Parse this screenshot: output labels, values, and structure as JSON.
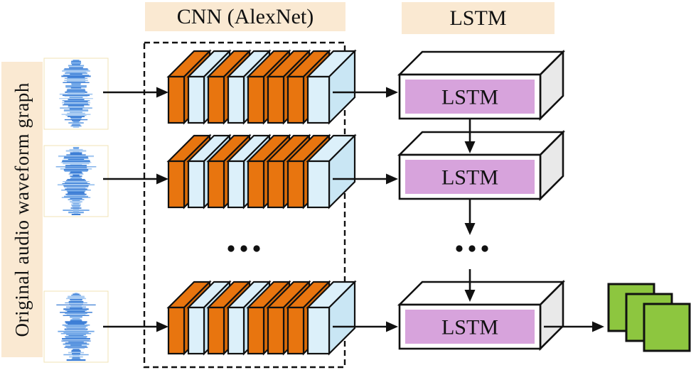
{
  "figure": {
    "left_panel": {
      "label": "Original audio waveform graph"
    },
    "input": {
      "waveform_count": 3
    },
    "cnn": {
      "header": "CNN (AlexNet)",
      "rows": 3,
      "slab_pattern": [
        "conv",
        "pool",
        "conv",
        "pool",
        "conv",
        "conv",
        "conv",
        "pool"
      ],
      "row_ellipsis": "..."
    },
    "lstm": {
      "header": "LSTM",
      "block_label": "LSTM",
      "visible_blocks": 3,
      "chain_ellipsis": "..."
    },
    "output": {
      "feature_map_count": 3
    }
  },
  "colors": {
    "panel_cream": "#FAE9D2",
    "conv_orange": "#E8750F",
    "conv_orange_side": "#DB6C09",
    "pool_blue": "#DCF0FA",
    "pool_blue_side": "#C9E6F4",
    "lstm_purple": "#D7A3DC",
    "lstm_side_grey": "#E9E9E9",
    "output_green": "#8DC63F",
    "waveform_blue_deep": "#3E7FD6",
    "waveform_blue_mid": "#74A9E8",
    "waveform_blue_light": "#A9CBF2",
    "waveform_box_border": "#F1E3B4",
    "outline_black": "#111111"
  }
}
